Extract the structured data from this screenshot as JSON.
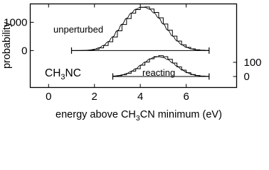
{
  "chart_data": {
    "type": "line",
    "xlabel": {
      "pre": "energy above CH",
      "s1": "3",
      "mid": "CN minimum (eV)"
    },
    "ylabel": "probability",
    "species_label": {
      "pre": "CH",
      "s1": "3",
      "post": "NC"
    },
    "xlim": [
      -0.8,
      8.2
    ],
    "xticks": [
      "0",
      "2",
      "4",
      "6"
    ],
    "xtick_values": [
      0,
      2,
      4,
      6
    ],
    "colors": {
      "lines": "#000000",
      "background": "#ffffff"
    },
    "panels": [
      {
        "name": "unperturbed",
        "label": "unperturbed",
        "yaxis_side": "left",
        "yticks": [
          "0",
          "1000"
        ],
        "ytick_values": [
          0,
          1000
        ],
        "ylim": [
          -140,
          1650
        ],
        "x_range": [
          1.0,
          7.0
        ],
        "histogram": {
          "x": [
            1.0,
            1.2,
            1.4,
            1.6,
            1.8,
            2.0,
            2.2,
            2.4,
            2.6,
            2.8,
            3.0,
            3.2,
            3.4,
            3.6,
            3.8,
            4.0,
            4.2,
            4.4,
            4.6,
            4.8,
            5.0,
            5.2,
            5.4,
            5.6,
            5.8,
            6.0,
            6.2,
            6.4,
            6.6,
            6.8,
            7.0
          ],
          "y": [
            0,
            1,
            3,
            8,
            20,
            45,
            95,
            180,
            310,
            480,
            700,
            920,
            1130,
            1320,
            1450,
            1530,
            1540,
            1470,
            1350,
            1160,
            940,
            720,
            510,
            335,
            205,
            115,
            60,
            28,
            12,
            4,
            0
          ]
        },
        "fit": {
          "x": [
            1.0,
            1.2,
            1.4,
            1.6,
            1.8,
            2.0,
            2.2,
            2.4,
            2.6,
            2.8,
            3.0,
            3.2,
            3.4,
            3.6,
            3.8,
            4.0,
            4.2,
            4.4,
            4.6,
            4.8,
            5.0,
            5.2,
            5.4,
            5.6,
            5.8,
            6.0,
            6.2,
            6.4,
            6.6,
            6.8,
            7.0
          ],
          "y": [
            0,
            1,
            3,
            9,
            22,
            48,
            98,
            185,
            315,
            490,
            705,
            930,
            1140,
            1325,
            1460,
            1530,
            1530,
            1460,
            1330,
            1150,
            940,
            720,
            515,
            345,
            210,
            120,
            62,
            30,
            13,
            5,
            1
          ]
        }
      },
      {
        "name": "reacting",
        "label": "reacting",
        "yaxis_side": "right",
        "yticks": [
          "0",
          "100"
        ],
        "ytick_values": [
          0,
          100
        ],
        "ylim": [
          -25,
          190
        ],
        "x_range": [
          2.8,
          7.0
        ],
        "histogram": {
          "x": [
            2.8,
            3.0,
            3.2,
            3.4,
            3.6,
            3.8,
            4.0,
            4.2,
            4.4,
            4.6,
            4.8,
            5.0,
            5.2,
            5.4,
            5.6,
            5.8,
            6.0,
            6.2,
            6.4,
            6.6,
            6.8,
            7.0
          ],
          "y": [
            3,
            6,
            12,
            22,
            38,
            55,
            80,
            102,
            125,
            140,
            147,
            140,
            122,
            95,
            68,
            45,
            27,
            14,
            7,
            3,
            1,
            0
          ]
        },
        "fit": {
          "x": [
            2.8,
            3.0,
            3.2,
            3.4,
            3.6,
            3.8,
            4.0,
            4.2,
            4.4,
            4.6,
            4.8,
            5.0,
            5.2,
            5.4,
            5.6,
            5.8,
            6.0,
            6.2,
            6.4,
            6.6,
            6.8,
            7.0
          ],
          "y": [
            2,
            5,
            11,
            21,
            36,
            55,
            78,
            101,
            122,
            136,
            140,
            134,
            119,
            97,
            73,
            50,
            31,
            18,
            9,
            4,
            2,
            1
          ]
        }
      }
    ]
  }
}
